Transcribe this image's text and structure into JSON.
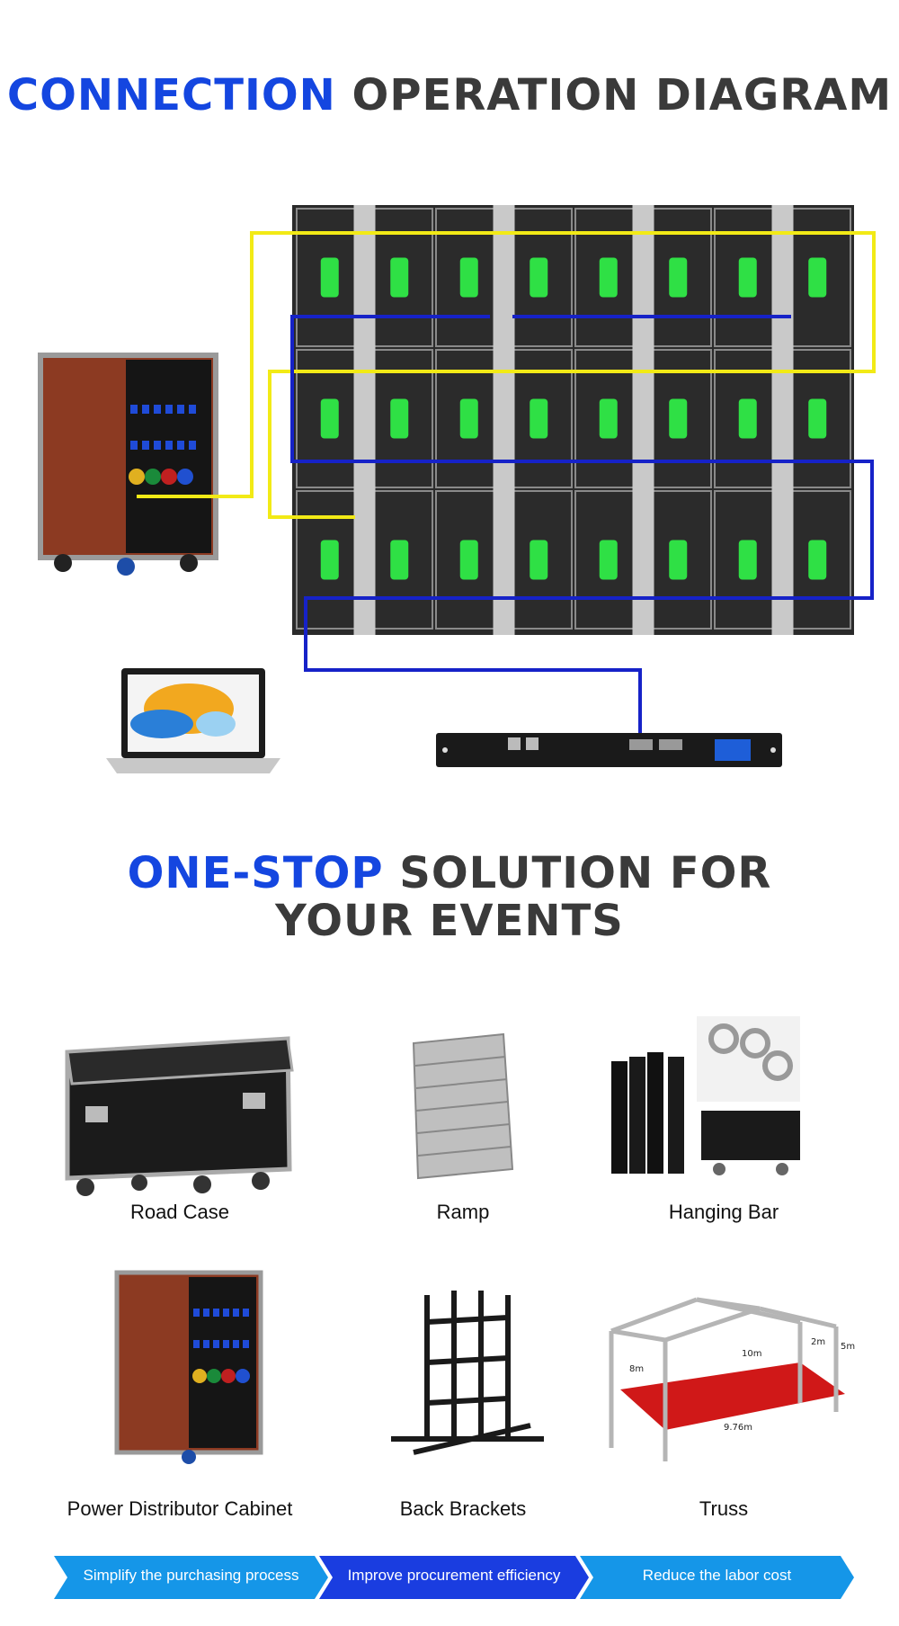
{
  "section1": {
    "title_accent": "CONNECTION",
    "title_rest": " OPERATION DIAGRAM"
  },
  "section2": {
    "title_accent": "ONE-STOP",
    "title_rest_line1": " SOLUTION FOR",
    "title_line2": "YOUR EVENTS"
  },
  "products": [
    {
      "label": "Road Case",
      "icon": "road-case"
    },
    {
      "label": "Ramp",
      "icon": "ramp"
    },
    {
      "label": "Hanging Bar",
      "icon": "hanging-bar"
    },
    {
      "label": "Power Distributor Cabinet",
      "icon": "power-distributor-cabinet"
    },
    {
      "label": "Back Brackets",
      "icon": "back-brackets"
    },
    {
      "label": "Truss",
      "icon": "truss"
    }
  ],
  "truss_dimensions": [
    "8m",
    "10m",
    "2m",
    "5m",
    "9.76m"
  ],
  "banner": [
    "Simplify the purchasing process",
    "Improve procurement efficiency",
    "Reduce the labor cost"
  ],
  "colors": {
    "accent": "#1446e0",
    "power_line": "#f2ea16",
    "signal_line": "#1622c8",
    "banner": "#1596e8"
  }
}
